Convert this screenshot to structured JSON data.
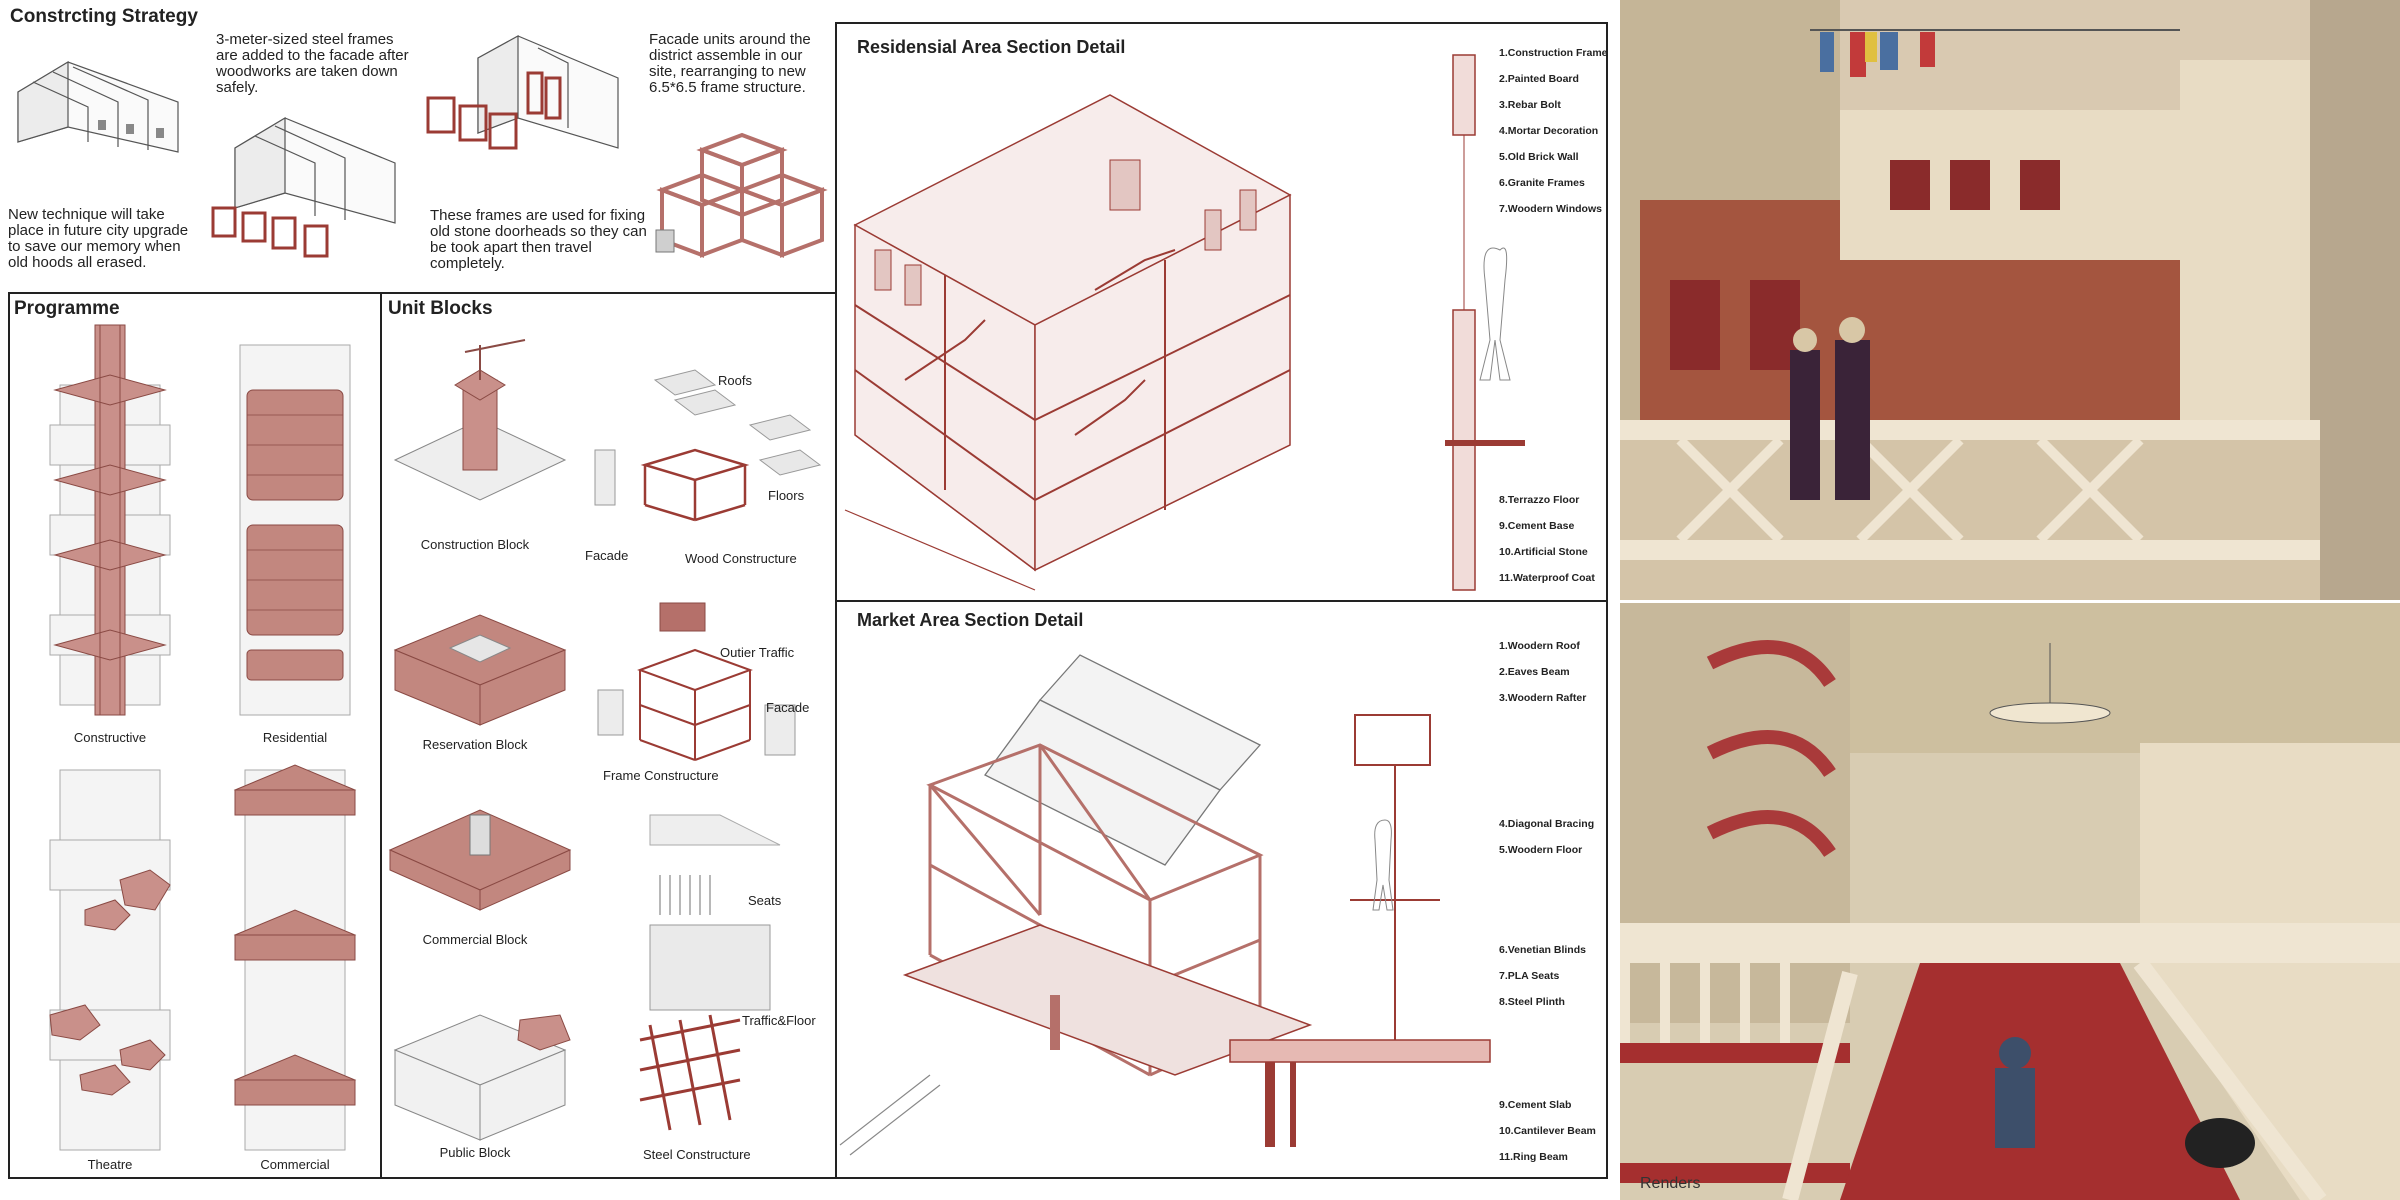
{
  "strategy": {
    "title": "Constrcting Strategy",
    "note1": "New technique will take place in future city upgrade to save our memory when old hoods all erased.",
    "note2": "3-meter-sized steel frames are added to the facade after woodworks are taken down safely.",
    "note3": "These frames are used for fixing old stone doorheads so they can be took apart then travel completely.",
    "note4": "Facade units around the district assemble in our site, rearranging to new 6.5*6.5 frame structure."
  },
  "programme": {
    "title": "Programme",
    "items": [
      "Constructive",
      "Residential",
      "Theatre",
      "Commercial"
    ]
  },
  "unit_blocks": {
    "title": "Unit Blocks",
    "blocks": [
      "Construction Block",
      "Reservation Block",
      "Commercial Block",
      "Public Block"
    ],
    "exploded": {
      "roofs": "Roofs",
      "floors": "Floors",
      "facade1": "Facade",
      "wood": "Wood Constructure",
      "outier": "Outier Traffic",
      "facade2": "Facade",
      "frame": "Frame Constructure",
      "seats": "Seats",
      "traffic": "Traffic&Floor",
      "steel": "Steel Constructure"
    }
  },
  "residential_section": {
    "title": "Residensial Area Section Detail",
    "labels": [
      "1.Construction Frame",
      "2.Painted Board",
      "3.Rebar Bolt",
      "4.Mortar Decoration",
      "5.Old Brick Wall",
      "6.Granite Frames",
      "7.Woodern Windows",
      "8.Terrazzo Floor",
      "9.Cement Base",
      "10.Artificial Stone",
      "11.Waterproof Coat"
    ]
  },
  "market_section": {
    "title": "Market Area Section Detail",
    "labels": [
      "1.Woodern Roof",
      "2.Eaves Beam",
      "3.Woodern Rafter",
      "4.Diagonal Bracing",
      "5.Woodern Floor",
      "6.Venetian Blinds",
      "7.PLA Seats",
      "8.Steel Plinth",
      "9.Cement Slab",
      "10.Cantilever Beam",
      "11.Ring Beam"
    ]
  },
  "renders": {
    "caption": "Renders"
  },
  "colors": {
    "accent": "#9b3b34",
    "block": "#c9908a",
    "brick": "#a4553f",
    "cream": "#e8dcc4"
  }
}
